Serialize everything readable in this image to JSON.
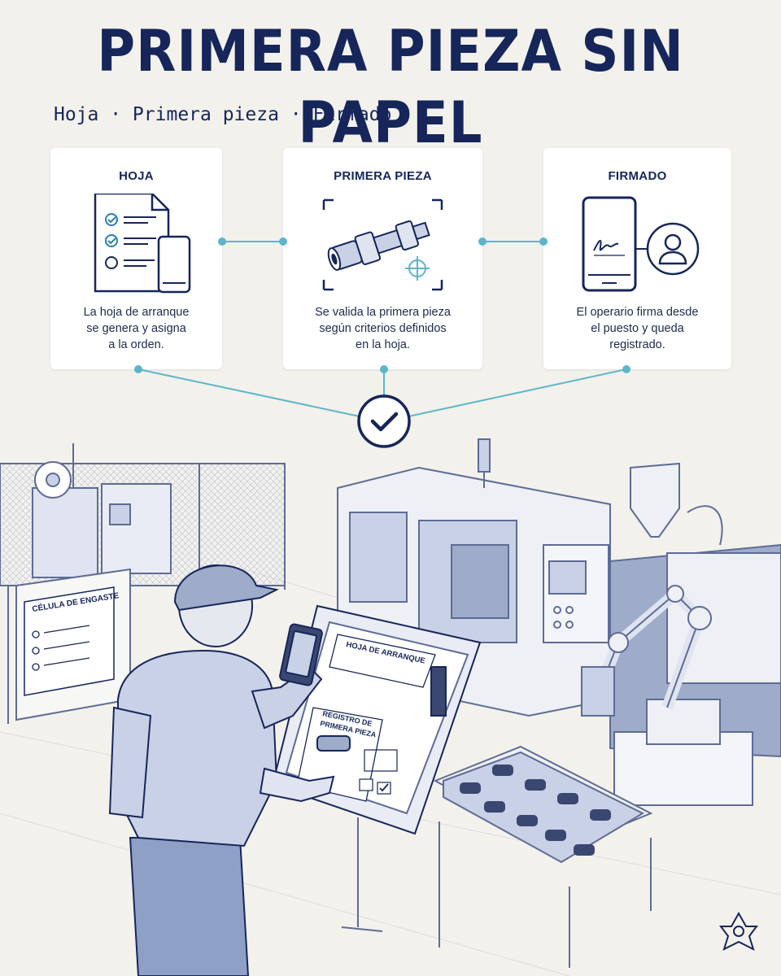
{
  "title": "PRIMERA PIEZA SIN PAPEL",
  "subtitle": "Hoja · Primera pieza · Firmado",
  "steps": [
    {
      "title": "HOJA",
      "description": [
        "La hoja de arranque",
        "se genera y asigna",
        "a la orden."
      ],
      "icon": "checklist-document-phone-icon"
    },
    {
      "title": "PRIMERA PIEZA",
      "description": [
        "Se valida la primera pieza",
        "según criterios definidos",
        "en la hoja."
      ],
      "icon": "part-crosshair-icon"
    },
    {
      "title": "FIRMADO",
      "description": [
        "El operario firma desde",
        "el puesto y queda",
        "registrado."
      ],
      "icon": "phone-signature-user-icon"
    }
  ],
  "scene": {
    "cell_sign": "CÉLULA DE ENGASTE",
    "board_heading": "HOJA DE ARRANQUE",
    "board_record": [
      "REGISTRO DE",
      "PRIMERA PIEZA"
    ]
  },
  "colors": {
    "navy": "#16265a",
    "accent": "#5bb6c9",
    "background": "#f3f1ec",
    "illustration": "#6f7fa8"
  }
}
